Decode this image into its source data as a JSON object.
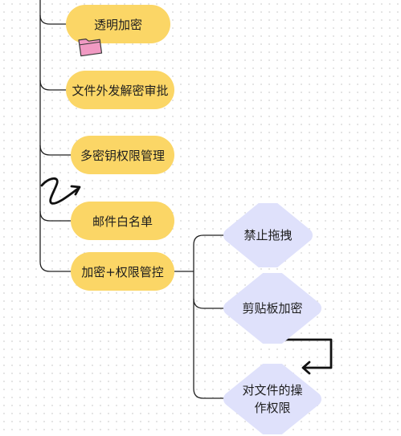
{
  "nodes": {
    "transparent_encryption": "透明加密",
    "file_release_approval": "文件外发解密审批",
    "multi_key_permission": "多密钥权限管理",
    "mail_whitelist": "邮件白名单",
    "encryption_permission_control": "加密+权限管控",
    "no_drag": "禁止拖拽",
    "clipboard_encryption": "剪贴板加密",
    "file_operation_permission": "对文件的操\n作权限"
  },
  "colors": {
    "pill_fill": "#fbd666",
    "diamond_fill": "#dfe1fb",
    "connector": "#222222",
    "folder_sticker": "#f19ac3"
  },
  "icons": {
    "folder_sticker": "folder-icon",
    "squiggle_arrow": "squiggle-arrow-icon",
    "elbow_arrow": "elbow-arrow-icon"
  }
}
